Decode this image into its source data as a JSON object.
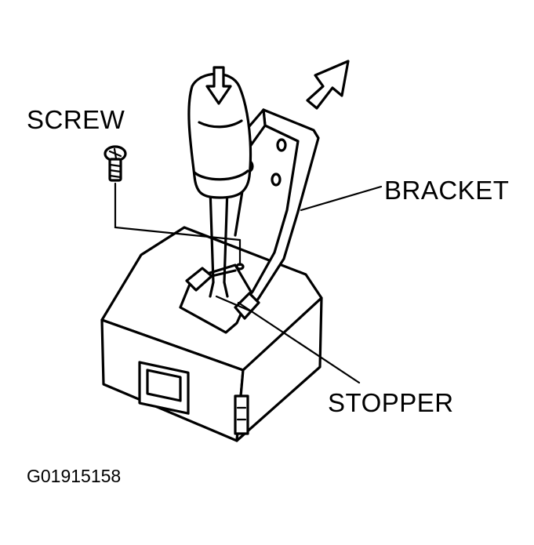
{
  "labels": {
    "screw": "SCREW",
    "bracket": "BRACKET",
    "stopper": "STOPPER",
    "figure_code": "G01915158"
  },
  "colors": {
    "ink": "#000000",
    "background": "#ffffff"
  },
  "icons": [
    "down-arrow-icon",
    "up-right-arrow-icon"
  ]
}
